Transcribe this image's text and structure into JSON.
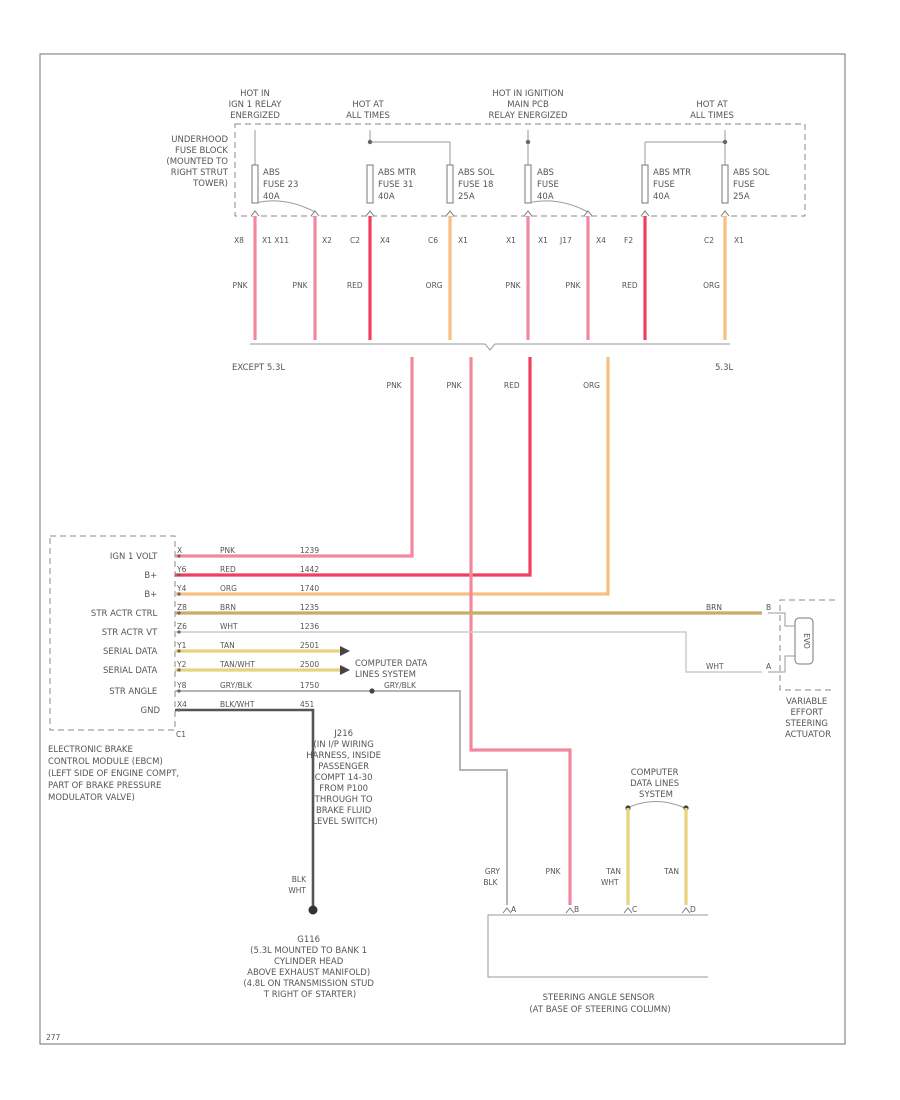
{
  "fuse_block": {
    "hot_labels": [
      {
        "lines": [
          "HOT IN",
          "IGN 1 RELAY",
          "ENERGIZED"
        ]
      },
      {
        "lines": [
          "HOT AT",
          "ALL TIMES"
        ]
      },
      {
        "lines": [
          "HOT IN IGNITION",
          "MAIN PCB",
          "RELAY ENERGIZED"
        ]
      },
      {
        "lines": [
          "HOT AT",
          "ALL TIMES"
        ]
      }
    ],
    "location": [
      "UNDERHOOD",
      "FUSE BLOCK",
      "(MOUNTED TO",
      "RIGHT STRUT",
      "TOWER)"
    ],
    "fuses": [
      {
        "lines": [
          "ABS",
          "FUSE 23",
          "40A"
        ]
      },
      {
        "lines": [
          "ABS MTR",
          "FUSE 31",
          "40A"
        ]
      },
      {
        "lines": [
          "ABS SOL",
          "FUSE 18",
          "25A"
        ]
      },
      {
        "lines": [
          "ABS",
          "FUSE",
          "40A"
        ]
      },
      {
        "lines": [
          "ABS MTR",
          "FUSE",
          "40A"
        ]
      },
      {
        "lines": [
          "ABS SOL",
          "FUSE",
          "25A"
        ]
      }
    ],
    "pins": [
      "X8",
      "X1 X11",
      "X2",
      "C2",
      "X4",
      "C6",
      "X1",
      "X1",
      "X1",
      "J17",
      "X4",
      "F2",
      "C2",
      "X1"
    ],
    "colors": [
      "PNK",
      "PNK",
      "RED",
      "ORG",
      "PNK",
      "PNK",
      "RED",
      "ORG"
    ],
    "variants": {
      "left": "EXCEPT 5.3L",
      "right": "5.3L"
    },
    "trunk_colors": [
      "PNK",
      "PNK",
      "RED",
      "ORG"
    ]
  },
  "ebcm": {
    "rows": [
      {
        "func": "IGN 1 VOLT",
        "pin": "X",
        "color": "PNK",
        "circuit": "1239"
      },
      {
        "func": "B+",
        "pin": "Y6",
        "color": "RED",
        "circuit": "1442"
      },
      {
        "func": "B+",
        "pin": "Y4",
        "color": "ORG",
        "circuit": "1740"
      },
      {
        "func": "STR ACTR CTRL",
        "pin": "Z8",
        "color": "BRN",
        "circuit": "1235"
      },
      {
        "func": "STR ACTR VT",
        "pin": "Z6",
        "color": "WHT",
        "circuit": "1236"
      },
      {
        "func": "SERIAL DATA",
        "pin": "Y1",
        "color": "TAN",
        "circuit": "2501"
      },
      {
        "func": "SERIAL DATA",
        "pin": "Y2",
        "color": "TAN/WHT",
        "circuit": "2500"
      },
      {
        "func": "STR ANGLE",
        "pin": "Y8",
        "color": "GRY/BLK",
        "circuit": "1750"
      },
      {
        "func": "GND",
        "pin": "X4",
        "color": "BLK/WHT",
        "circuit": "451"
      }
    ],
    "connector": "C1",
    "description": [
      "ELECTRONIC BRAKE",
      "CONTROL MODULE (EBCM)",
      "(LEFT SIDE OF ENGINE COMPT,",
      "PART OF BRAKE PRESSURE",
      "MODULATOR VALVE)"
    ]
  },
  "data_link": {
    "left": [
      "COMPUTER DATA",
      "LINES SYSTEM"
    ],
    "splice_color": "GRY/BLK"
  },
  "j216": [
    "J216",
    "(IN I/P WIRING",
    "HARNESS, INSIDE",
    "PASSENGER",
    "COMPT 14-30",
    "FROM P100",
    "THROUGH TO",
    "BRAKE FLUID",
    "LEVEL SWITCH)"
  ],
  "ground": {
    "color": [
      "BLK",
      "WHT"
    ],
    "lines": [
      "G116",
      "(5.3L MOUNTED TO BANK 1",
      "CYLINDER HEAD",
      "ABOVE EXHAUST MANIFOLD)",
      "(4.8L ON TRANSMISSION STUD",
      "T RIGHT OF STARTER)"
    ]
  },
  "actuator": {
    "wire_colors": [
      "BRN",
      "WHT"
    ],
    "pins": [
      "B",
      "A"
    ],
    "label": [
      "VARIABLE",
      "EFFORT",
      "STEERING",
      "ACTUATOR"
    ],
    "symbol": "EVO"
  },
  "sensor": {
    "wire_colors": [
      [
        "GRY",
        "BLK"
      ],
      [
        "PNK"
      ],
      [
        "TAN",
        "WHT"
      ],
      [
        "TAN"
      ]
    ],
    "pins": [
      "A",
      "B",
      "C",
      "D"
    ],
    "label": [
      "STEERING ANGLE SENSOR",
      "(AT BASE OF STEERING COLUMN)"
    ],
    "data_link": [
      "COMPUTER",
      "DATA LINES",
      "SYSTEM"
    ]
  },
  "footer": "277"
}
